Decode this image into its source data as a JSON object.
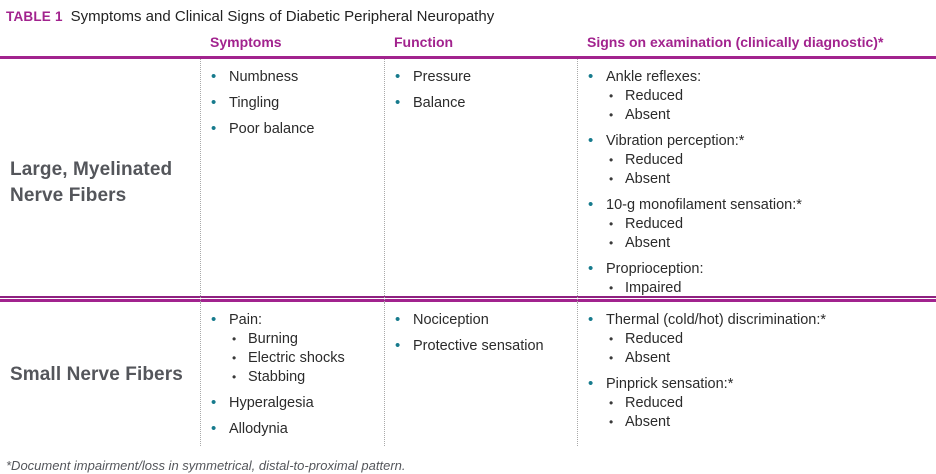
{
  "colors": {
    "accent_magenta": "#a2238e",
    "bullet_teal": "#177b8d",
    "label_gray": "#54565b",
    "body_text": "#2b2b2b"
  },
  "title": {
    "label": "TABLE 1",
    "text": "Symptoms and Clinical Signs of Diabetic Peripheral Neuropathy"
  },
  "columns": {
    "symptoms": "Symptoms",
    "function": "Function",
    "signs": "Signs on examination (clinically diagnostic)*"
  },
  "rows": [
    {
      "label": "Large, Myelinated Nerve Fibers",
      "symptoms": [
        {
          "text": "Numbness"
        },
        {
          "text": "Tingling"
        },
        {
          "text": "Poor balance"
        }
      ],
      "function": [
        {
          "text": "Pressure"
        },
        {
          "text": "Balance"
        }
      ],
      "signs": [
        {
          "text": "Ankle reflexes:",
          "subs": [
            "Reduced",
            "Absent"
          ]
        },
        {
          "text": "Vibration perception:*",
          "subs": [
            "Reduced",
            "Absent"
          ]
        },
        {
          "text": "10-g monofilament sensation:*",
          "subs": [
            "Reduced",
            "Absent"
          ]
        },
        {
          "text": "Proprioception:",
          "subs": [
            "Impaired"
          ]
        }
      ]
    },
    {
      "label": "Small Nerve Fibers",
      "symptoms": [
        {
          "text": "Pain:",
          "subs": [
            "Burning",
            "Electric shocks",
            "Stabbing"
          ]
        },
        {
          "text": "Hyperalgesia"
        },
        {
          "text": "Allodynia"
        }
      ],
      "function": [
        {
          "text": "Nociception"
        },
        {
          "text": "Protective sensation"
        }
      ],
      "signs": [
        {
          "text": "Thermal (cold/hot) discrimination:*",
          "subs": [
            "Reduced",
            "Absent"
          ]
        },
        {
          "text": "Pinprick sensation:*",
          "subs": [
            "Reduced",
            "Absent"
          ]
        }
      ]
    }
  ],
  "footnote": "*Document impairment/loss in symmetrical, distal-to-proximal pattern."
}
